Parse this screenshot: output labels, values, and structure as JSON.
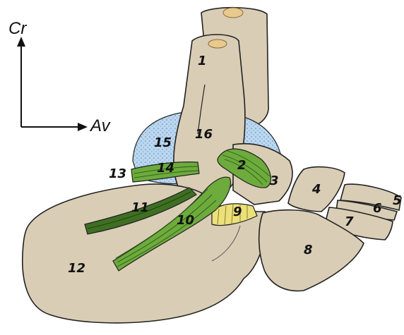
{
  "axes": {
    "vertical_label": "Cr",
    "horizontal_label": "Av"
  },
  "labels": [
    "1",
    "2",
    "3",
    "4",
    "5",
    "6",
    "7",
    "8",
    "9",
    "10",
    "11",
    "12",
    "13",
    "14",
    "15",
    "16"
  ],
  "colors": {
    "bone": "#d9cdb5",
    "bone_outline": "#222222",
    "marrow": "#e8c98e",
    "ligament_green": "#6cab3c",
    "ligament_dark": "#3e6f22",
    "cartilage_yellow": "#ebe07a",
    "capsule_blue": "#bcd7ef"
  }
}
